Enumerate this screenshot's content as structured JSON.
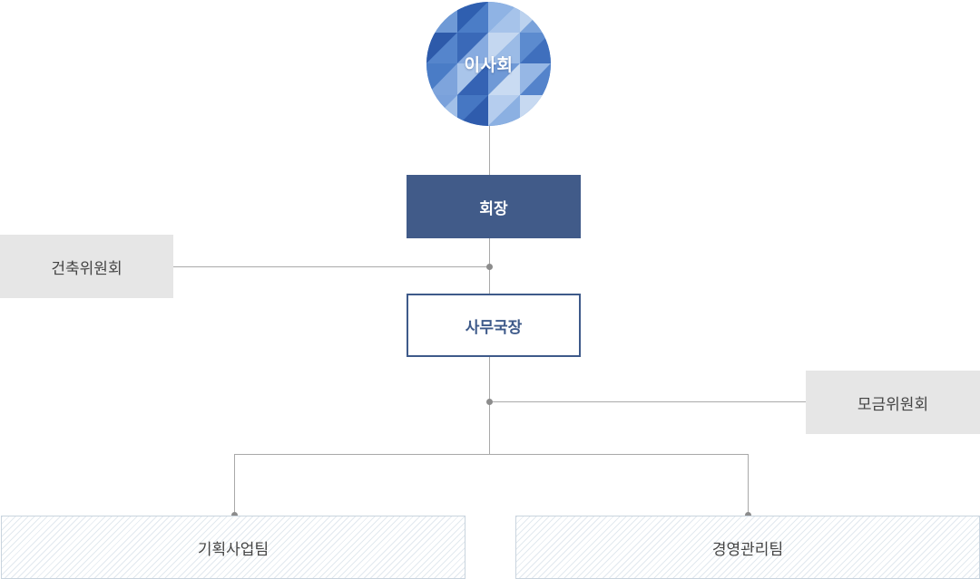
{
  "board": {
    "label": "이사회"
  },
  "chairman": {
    "label": "회장"
  },
  "architecture_committee": {
    "label": "건축위원회"
  },
  "secretary_general": {
    "label": "사무국장"
  },
  "fundraising_committee": {
    "label": "모금위원회"
  },
  "teams": [
    {
      "label": "기획사업팀"
    },
    {
      "label": "경영관리팀"
    }
  ],
  "colors": {
    "chairman_fill": "#415b89",
    "secretary_border": "#3e5a8a",
    "committee_fill": "#e6e6e6",
    "connector": "#a9a9a9"
  }
}
